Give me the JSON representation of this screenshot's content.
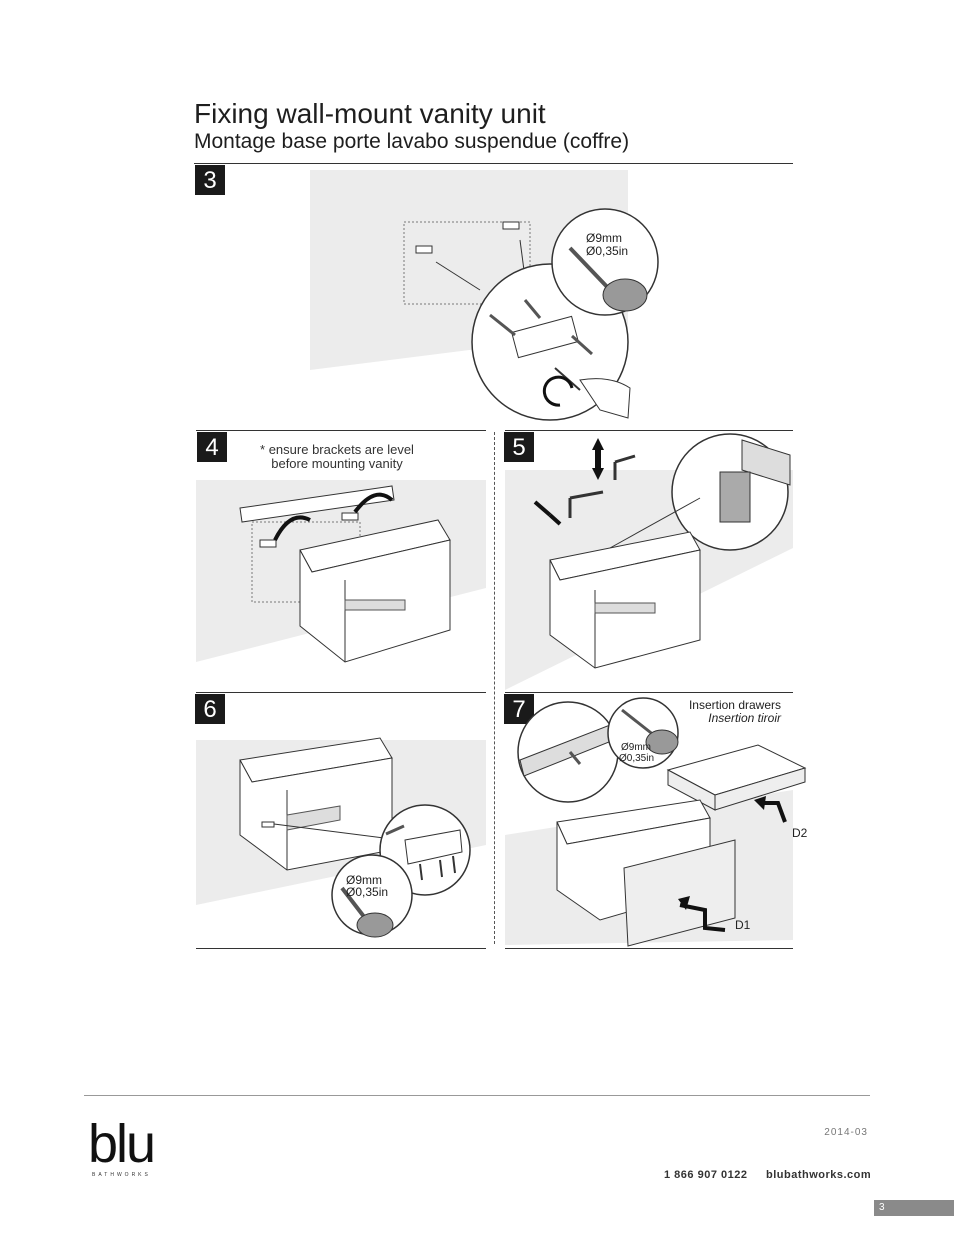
{
  "header": {
    "title": "Fixing wall-mount vanity unit",
    "subtitle": "Montage base porte lavabo suspendue (coffre)"
  },
  "steps": {
    "s3": {
      "number": "3",
      "drill_label": "Ø9mm",
      "drill_label_in": "Ø0,35in"
    },
    "s4": {
      "number": "4",
      "note_line1": "* ensure brackets are level",
      "note_line2": "before mounting vanity"
    },
    "s5": {
      "number": "5"
    },
    "s6": {
      "number": "6",
      "drill_label": "Ø9mm",
      "drill_label_in": "Ø0,35in"
    },
    "s7": {
      "number": "7",
      "insertion_en": "Insertion drawers",
      "insertion_fr": "Insertion tiroir",
      "drill_label": "Ø9mm",
      "drill_label_in": "Ø0,35in",
      "d1": "D1",
      "d2": "D2"
    }
  },
  "footer": {
    "logo": "blu",
    "logo_sub": "BATHWORKS",
    "date": "2014-03",
    "phone": "1 866 907 0122",
    "website": "blubathworks.com",
    "page": "3"
  },
  "colors": {
    "wall": "#ececec",
    "line": "#333333",
    "box": "#1a1a1a",
    "pagebox": "#8a8a8a"
  }
}
